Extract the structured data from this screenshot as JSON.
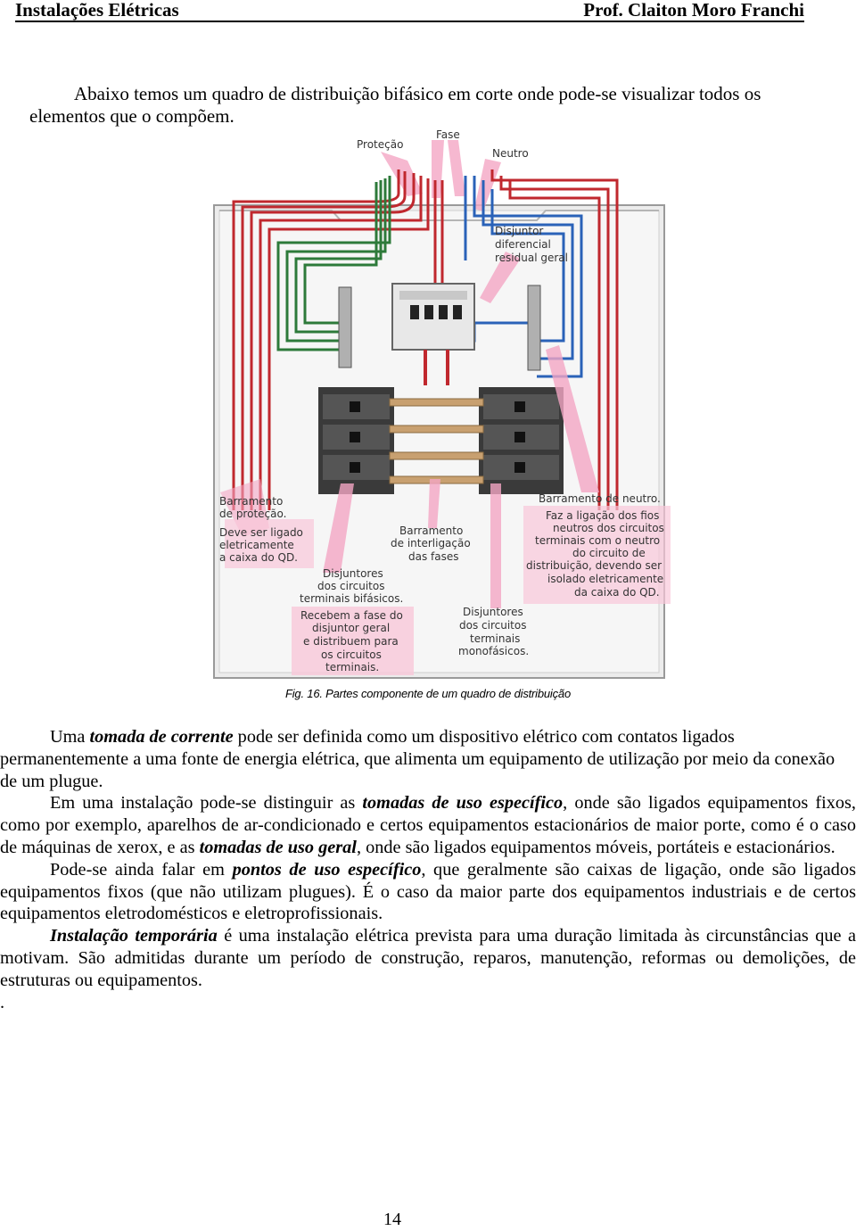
{
  "header": {
    "left": "Instalações Elétricas",
    "right": "Prof. Claiton Moro Franchi"
  },
  "intro": "Abaixo temos um quadro de distribuição bifásico em corte onde pode-se visualizar todos os elementos que o compõem.",
  "figure": {
    "labels": {
      "protecao": "Proteção",
      "fase": "Fase",
      "neutro": "Neutro",
      "disjuntor_geral": [
        "Disjuntor",
        "diferencial",
        "residual geral"
      ],
      "barramento_protecao": [
        "Barramento",
        "de proteção."
      ],
      "barramento_protecao_nota": [
        "Deve ser ligado",
        "eletricamente",
        "a caixa do QD."
      ],
      "barramento_neutro": "Barramento de neutro.",
      "barramento_neutro_nota": [
        "Faz a ligação dos fios",
        "neutros dos circuitos",
        "terminais com o neutro",
        "do circuito de",
        "distribuição, devendo ser",
        "isolado eletricamente",
        "da caixa do QD."
      ],
      "barramento_interligacao": [
        "Barramento",
        "de interligação",
        "das fases"
      ],
      "disjuntores_bifasicos": [
        "Disjuntores",
        "dos circuitos",
        "terminais bifásicos."
      ],
      "disjuntores_bifasicos_nota": [
        "Recebem a fase do",
        "disjuntor geral",
        "e distribuem para",
        "os circuitos",
        "terminais."
      ],
      "disjuntores_monofasicos": [
        "Disjuntores",
        "dos circuitos",
        "terminais",
        "monofásicos."
      ]
    },
    "caption": "Fig. 16. Partes componente de um quadro de distribuição"
  },
  "paragraphs": {
    "p1": {
      "before": "Uma ",
      "term": "tomada de corrente",
      "after": " pode ser definida como um dispositivo elétrico com contatos ligados permanentemente a uma fonte de energia elétrica, que alimenta um equipamento de utilização por meio da conexão de um plugue."
    },
    "p2": {
      "before": "Em uma instalação pode-se distinguir as ",
      "term1": "tomadas de uso específico",
      "middle": ", onde são ligados equipamentos fixos, como por exemplo, aparelhos de ar-condicionado e certos equipamentos estacionários de maior porte, como é o caso de máquinas de xerox, e as ",
      "term2": "tomadas de uso geral",
      "after": ", onde são ligados equipamentos móveis, portáteis e estacionários."
    },
    "p3": {
      "before": "Pode-se ainda falar em ",
      "term": "pontos de uso específico",
      "after": ", que geralmente são caixas de ligação, onde são ligados equipamentos fixos (que não utilizam plugues). É o caso da maior parte dos equipamentos industriais e de certos equipamentos eletrodomésticos e eletroprofissionais."
    },
    "p4": {
      "term": "Instalação temporária",
      "after": " é uma instalação elétrica prevista para uma duração limitada às circunstâncias que a motivam. São admitidas durante um período de construção, reparos, manutenção, reformas ou demolições, de estruturas ou equipamentos."
    },
    "p5": "."
  },
  "page_number": "14",
  "colors": {
    "wire_red": "#c0282e",
    "wire_green": "#2d7a3a",
    "wire_blue": "#2a62b8",
    "callout_pink": "#f4a6c4",
    "breaker_dark": "#3a3a3a",
    "busbar_copper": "#c8a070"
  }
}
